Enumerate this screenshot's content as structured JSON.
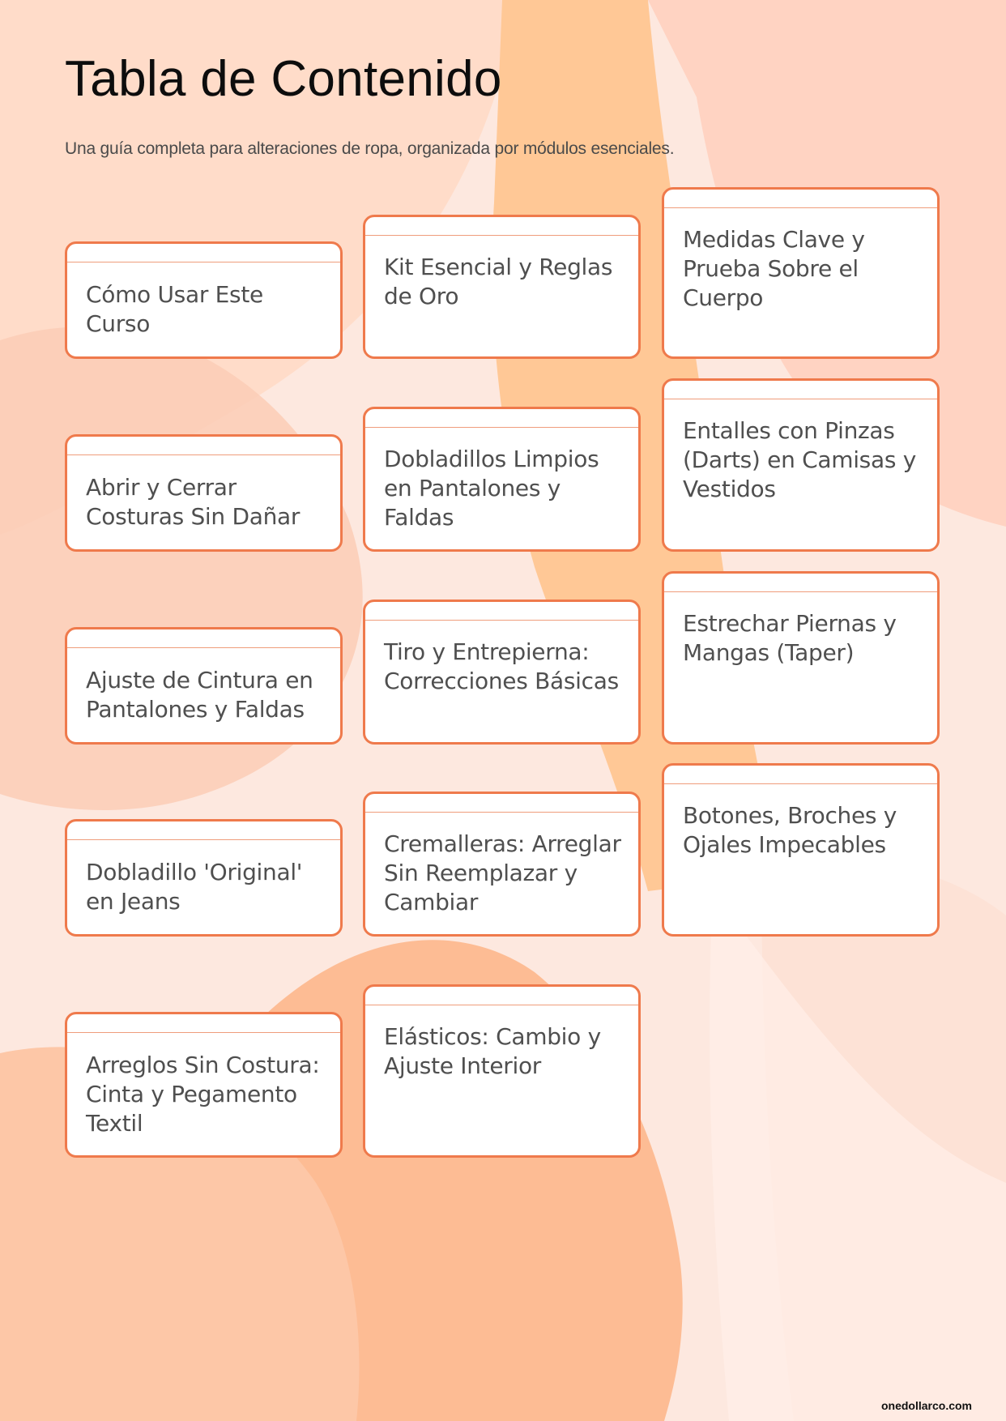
{
  "page": {
    "title": "Tabla de Contenido",
    "subtitle": "Una guía completa para alteraciones de ropa, organizada por módulos esenciales.",
    "footer": "onedollarco.com"
  },
  "modules": [
    "Cómo Usar Este Curso",
    "Kit Esencial y Reglas de Oro",
    "Medidas Clave y Prueba Sobre el Cuerpo",
    "Abrir y Cerrar Costuras Sin Dañar",
    "Dobladillos Limpios en Pantalones y Faldas",
    "Entalles con Pinzas (Darts) en Camisas y Vestidos",
    "Ajuste de Cintura en Pantalones y Faldas",
    "Tiro y Entrepierna: Correcciones Básicas",
    "Estrechar Piernas y Mangas (Taper)",
    "Dobladillo 'Original' en Jeans",
    "Cremalleras: Arreglar Sin Reemplazar y Cambiar",
    "Botones, Broches y Ojales Impecables",
    "Arreglos Sin Costura: Cinta y Pegamento Textil",
    "Elásticos: Cambio y Ajuste Interior"
  ],
  "colors": {
    "accent_border": "#ef7a4c",
    "card_bg": "#ffffff",
    "text": "#4f4f4f",
    "background": "#fde9e1"
  }
}
